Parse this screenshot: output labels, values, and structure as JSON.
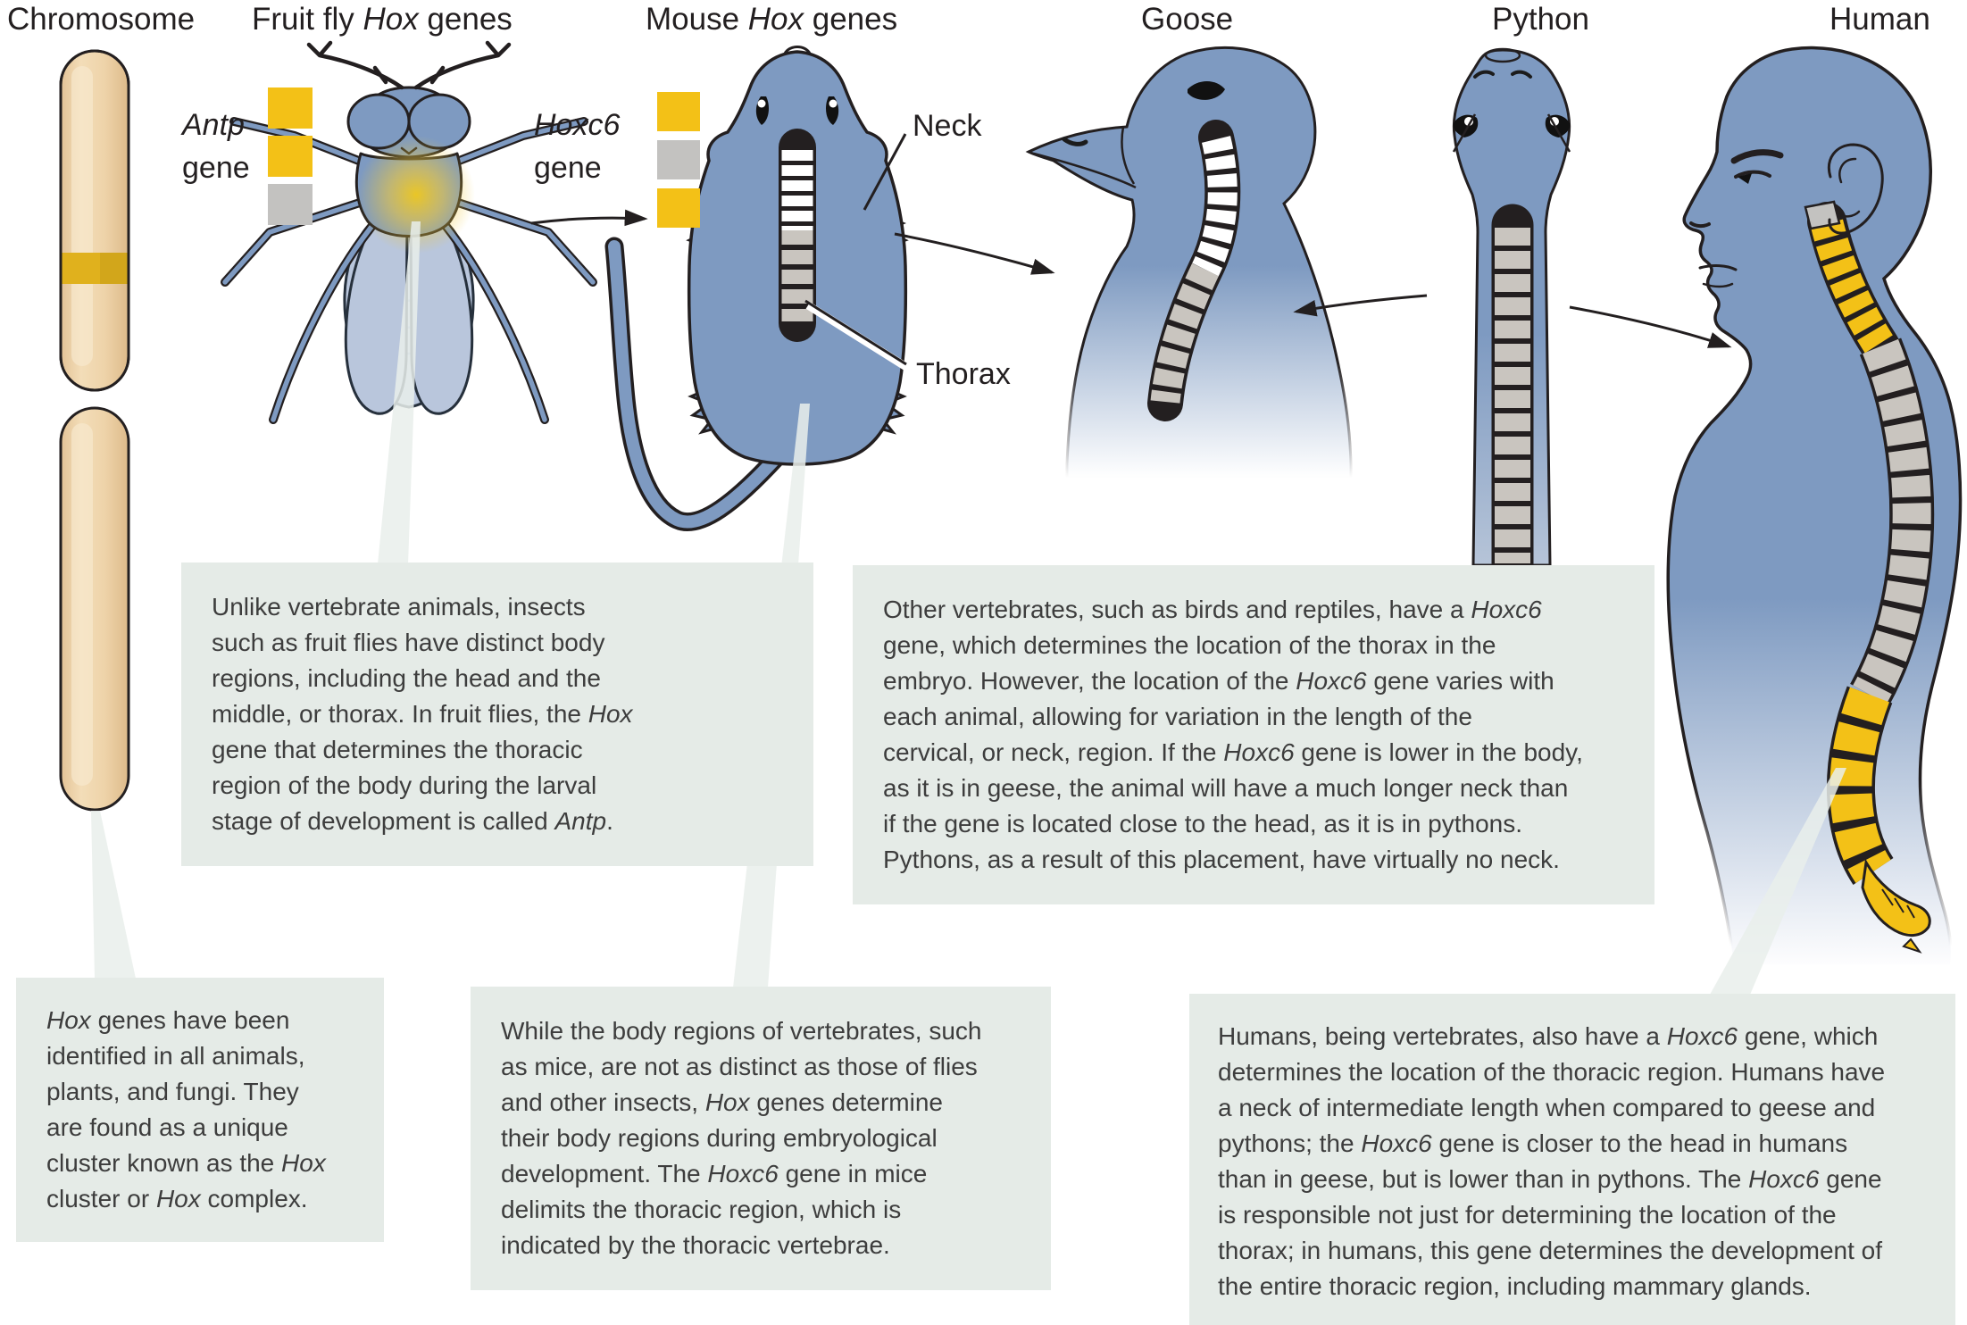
{
  "header_labels": {
    "chromosome": [
      {
        "t": "Chromosome"
      }
    ],
    "fruit_fly": [
      {
        "t": "Fruit fly "
      },
      {
        "t": "Hox",
        "i": true
      },
      {
        "t": " genes"
      }
    ],
    "mouse": [
      {
        "t": "Mouse "
      },
      {
        "t": "Hox",
        "i": true
      },
      {
        "t": " genes"
      }
    ],
    "goose": [
      {
        "t": "Goose"
      }
    ],
    "python": [
      {
        "t": "Python"
      }
    ],
    "human": [
      {
        "t": "Human"
      }
    ]
  },
  "gene_labels": {
    "antp": [
      {
        "t": "Antp",
        "i": true
      },
      {
        "br": true
      },
      {
        "t": "gene"
      }
    ],
    "hoxc6": [
      {
        "t": "Hoxc6",
        "i": true
      },
      {
        "br": true
      },
      {
        "t": "gene"
      }
    ]
  },
  "anatomy_labels": {
    "neck": "Neck",
    "thorax": "Thorax"
  },
  "gene_clusters": {
    "fly_colors": [
      "#f3c117",
      "#f3c117",
      "#c3c2c0"
    ],
    "mouse_colors": [
      "#f3c117",
      "#c3c2c0",
      "#f3c117"
    ]
  },
  "icon_names": {
    "chromosome": "chromosome-illustration",
    "fly": "fruit-fly-illustration",
    "mouse": "mouse-illustration",
    "goose": "goose-illustration",
    "python": "python-illustration",
    "human": "human-illustration"
  },
  "colors": {
    "body_blue": "#7e9ac1",
    "body_blue_light": "#b9c6dc",
    "outline_dark": "#231f20",
    "gene_yellow": "#f3c117",
    "gene_gray": "#c3c2c0",
    "vertebra_gray": "#c9c5bf",
    "vertebra_white": "#ffffff",
    "chromosome_tan": "#eed3a9",
    "chromosome_band": "#e0b11d",
    "callout_bg": "#e5ebe7",
    "wedge": "#e9efeb",
    "text_dark": "#3d3d3d"
  },
  "text_boxes": {
    "fly": [
      {
        "t": "Unlike vertebrate animals, insects"
      },
      {
        "br": true
      },
      {
        "t": "such as fruit flies have distinct body"
      },
      {
        "br": true
      },
      {
        "t": "regions, including the head and the"
      },
      {
        "br": true
      },
      {
        "t": "middle, or thorax. In fruit flies, the "
      },
      {
        "t": "Hox",
        "i": true
      },
      {
        "br": true
      },
      {
        "t": "gene that determines the thoracic"
      },
      {
        "br": true
      },
      {
        "t": "region of the body during the larval"
      },
      {
        "br": true
      },
      {
        "t": "stage of development is called "
      },
      {
        "t": "Antp",
        "i": true
      },
      {
        "t": "."
      }
    ],
    "other_vertebrates": [
      {
        "t": "Other vertebrates, such as birds and reptiles, have a "
      },
      {
        "t": "Hoxc6",
        "i": true
      },
      {
        "br": true
      },
      {
        "t": "gene, which determines the location of the thorax in the"
      },
      {
        "br": true
      },
      {
        "t": "embryo. However, the location of the "
      },
      {
        "t": "Hoxc6",
        "i": true
      },
      {
        "t": " gene varies with"
      },
      {
        "br": true
      },
      {
        "t": "each animal, allowing for variation in the length of the"
      },
      {
        "br": true
      },
      {
        "t": "cervical, or neck, region. If the "
      },
      {
        "t": "Hoxc6",
        "i": true
      },
      {
        "t": " gene is lower in the body,"
      },
      {
        "br": true
      },
      {
        "t": "as it is in geese, the animal will have a much longer neck than"
      },
      {
        "br": true
      },
      {
        "t": "if the gene is located close to the head, as it is in pythons."
      },
      {
        "br": true
      },
      {
        "t": "Pythons, as a result of this placement, have virtually no neck."
      }
    ],
    "hox_cluster": [
      {
        "t": "Hox",
        "i": true
      },
      {
        "t": " genes have been"
      },
      {
        "br": true
      },
      {
        "t": "identified in all animals,"
      },
      {
        "br": true
      },
      {
        "t": "plants, and fungi. They"
      },
      {
        "br": true
      },
      {
        "t": "are found as a unique"
      },
      {
        "br": true
      },
      {
        "t": "cluster known as the "
      },
      {
        "t": "Hox",
        "i": true
      },
      {
        "br": true
      },
      {
        "t": "cluster or "
      },
      {
        "t": "Hox",
        "i": true
      },
      {
        "t": " complex."
      }
    ],
    "mouse": [
      {
        "t": "While the body regions of vertebrates, such"
      },
      {
        "br": true
      },
      {
        "t": "as mice, are not as distinct as those of flies"
      },
      {
        "br": true
      },
      {
        "t": "and other insects, "
      },
      {
        "t": "Hox",
        "i": true
      },
      {
        "t": " genes determine"
      },
      {
        "br": true
      },
      {
        "t": "their body regions during embryological"
      },
      {
        "br": true
      },
      {
        "t": "development. The "
      },
      {
        "t": "Hoxc6",
        "i": true
      },
      {
        "t": " gene in mice"
      },
      {
        "br": true
      },
      {
        "t": "delimits the thoracic region, which is"
      },
      {
        "br": true
      },
      {
        "t": "indicated by the thoracic vertebrae."
      }
    ],
    "human": [
      {
        "t": "Humans, being vertebrates, also have a "
      },
      {
        "t": "Hoxc6",
        "i": true
      },
      {
        "t": " gene, which"
      },
      {
        "br": true
      },
      {
        "t": "determines the location of the thoracic region. Humans have"
      },
      {
        "br": true
      },
      {
        "t": "a neck of intermediate length when compared to geese and"
      },
      {
        "br": true
      },
      {
        "t": "pythons; the "
      },
      {
        "t": "Hoxc6",
        "i": true
      },
      {
        "t": " gene is closer to the head in humans"
      },
      {
        "br": true
      },
      {
        "t": "than in geese, but is lower than in pythons. The "
      },
      {
        "t": "Hoxc6",
        "i": true
      },
      {
        "t": " gene"
      },
      {
        "br": true
      },
      {
        "t": "is responsible not just for determining the location of the"
      },
      {
        "br": true
      },
      {
        "t": "thorax; in humans, this gene determines the development of"
      },
      {
        "br": true
      },
      {
        "t": "the entire thoracic region, including mammary glands."
      }
    ]
  }
}
